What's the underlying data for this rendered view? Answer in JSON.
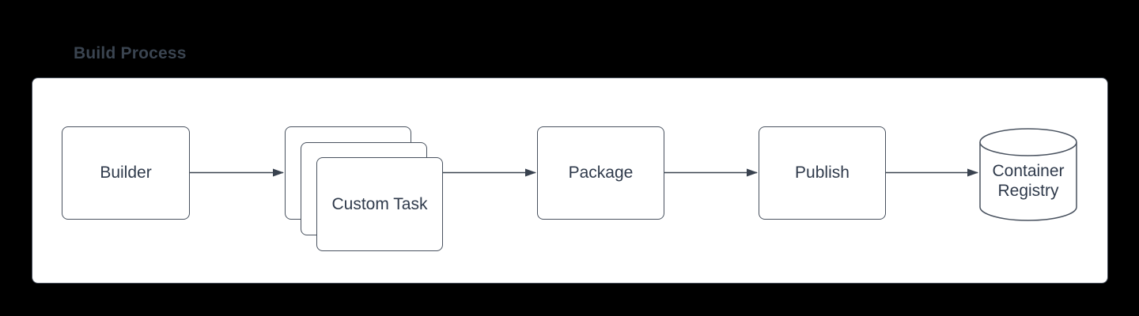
{
  "title": "Build Process",
  "colors": {
    "canvas_bg": "#000000",
    "panel_bg": "#ffffff",
    "shape_stroke": "#49525f",
    "edge_stroke": "#39424f",
    "text": "#2f3a4b",
    "title_text": "#3a4450"
  },
  "diagram": {
    "type": "flowchart",
    "nodes": [
      {
        "id": "builder",
        "label": "Builder",
        "shape": "rounded-rect"
      },
      {
        "id": "custom-task",
        "label": "Custom Task",
        "shape": "stacked-rounded-rect",
        "stack_count": 3
      },
      {
        "id": "package",
        "label": "Package",
        "shape": "rounded-rect"
      },
      {
        "id": "publish",
        "label": "Publish",
        "shape": "rounded-rect"
      },
      {
        "id": "container-registry",
        "label": "Container Registry",
        "shape": "cylinder"
      }
    ],
    "edges": [
      {
        "from": "builder",
        "to": "custom-task",
        "style": "solid-arrow"
      },
      {
        "from": "custom-task",
        "to": "package",
        "style": "solid-arrow"
      },
      {
        "from": "package",
        "to": "publish",
        "style": "solid-arrow"
      },
      {
        "from": "publish",
        "to": "container-registry",
        "style": "solid-arrow"
      }
    ]
  }
}
